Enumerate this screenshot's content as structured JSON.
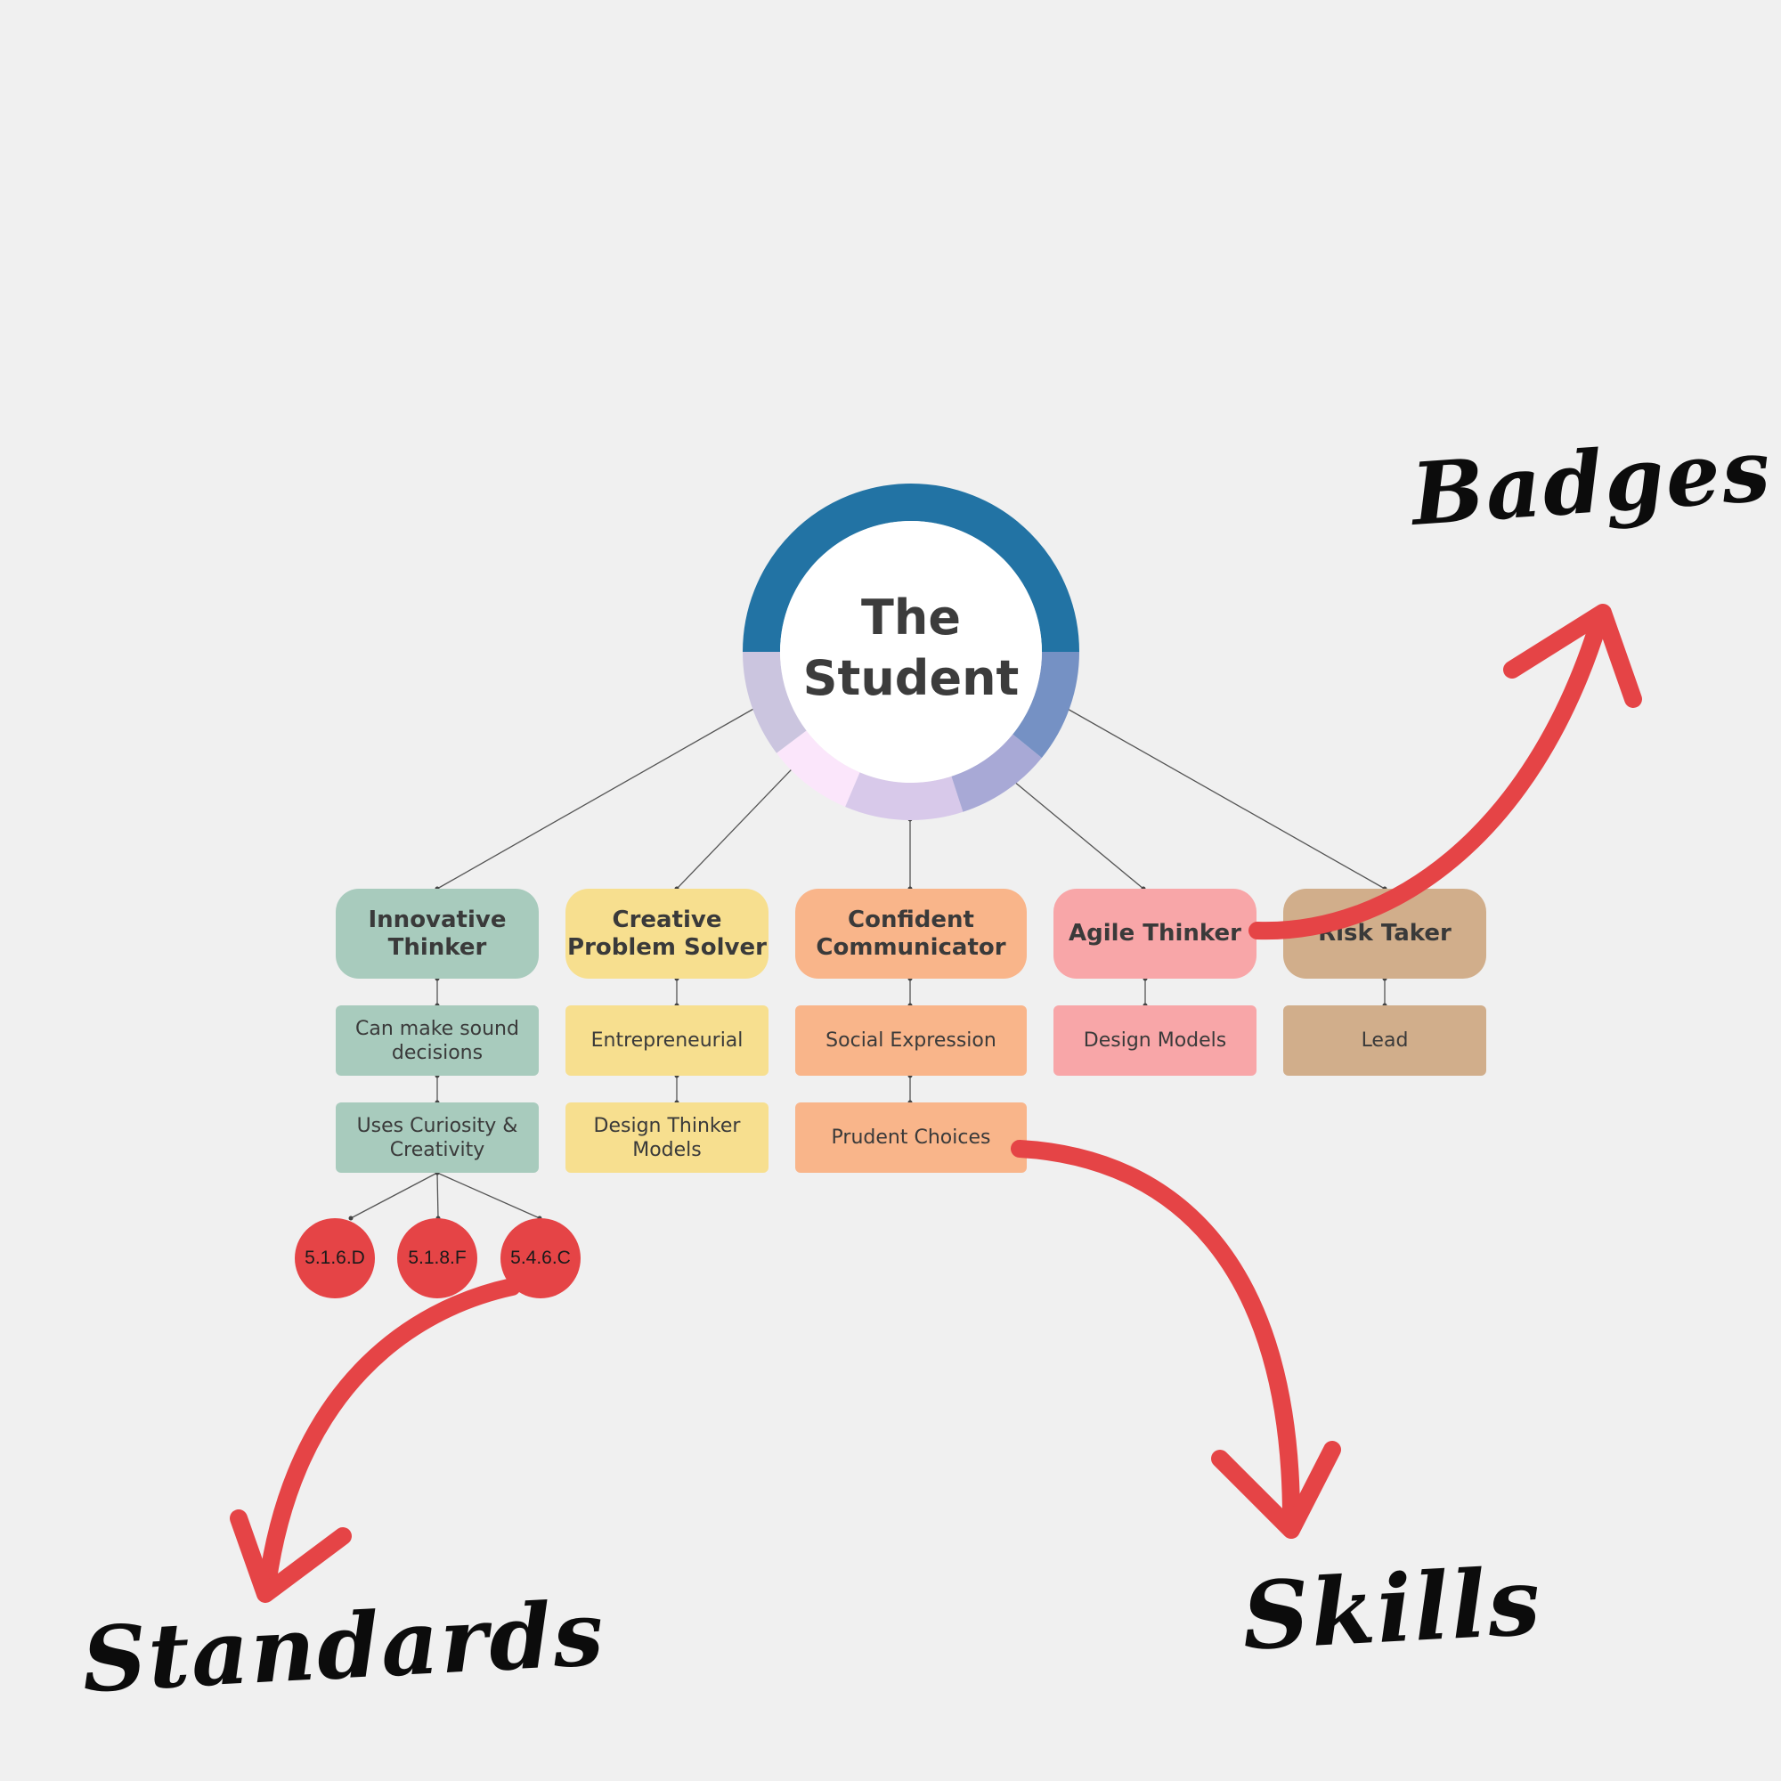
{
  "center": {
    "line1": "The",
    "line2": "Student"
  },
  "colors": {
    "background": "#f0f0f0",
    "ring_top": "#2273a4",
    "ring_segments": [
      "#cbc5df",
      "#fbe6fb",
      "#d8c9ea",
      "#a8a9d6",
      "#7591c4"
    ],
    "arrow": "#e54446"
  },
  "columns": [
    {
      "title": "Innovative Thinker",
      "color": "#a8cbbd",
      "items": [
        "Can make sound decisions",
        "Uses Curiosity & Creativity"
      ]
    },
    {
      "title": "Creative Problem Solver",
      "color": "#f7df8f",
      "items": [
        "Entrepreneurial",
        "Design Thinker Models"
      ]
    },
    {
      "title": "Confident Communicator",
      "color": "#f9b58a",
      "items": [
        "Social Expression",
        "Prudent Choices"
      ]
    },
    {
      "title": "Agile Thinker",
      "color": "#f8a6a8",
      "items": [
        "Design Models"
      ]
    },
    {
      "title": "Risk Taker",
      "color": "#d1ae8b",
      "items": [
        "Lead"
      ]
    }
  ],
  "standards": [
    "5.1.6.D",
    "5.1.8.F",
    "5.4.6.C"
  ],
  "annotations": {
    "badges": "Badges",
    "skills": "Skills",
    "standards": "Standards"
  }
}
